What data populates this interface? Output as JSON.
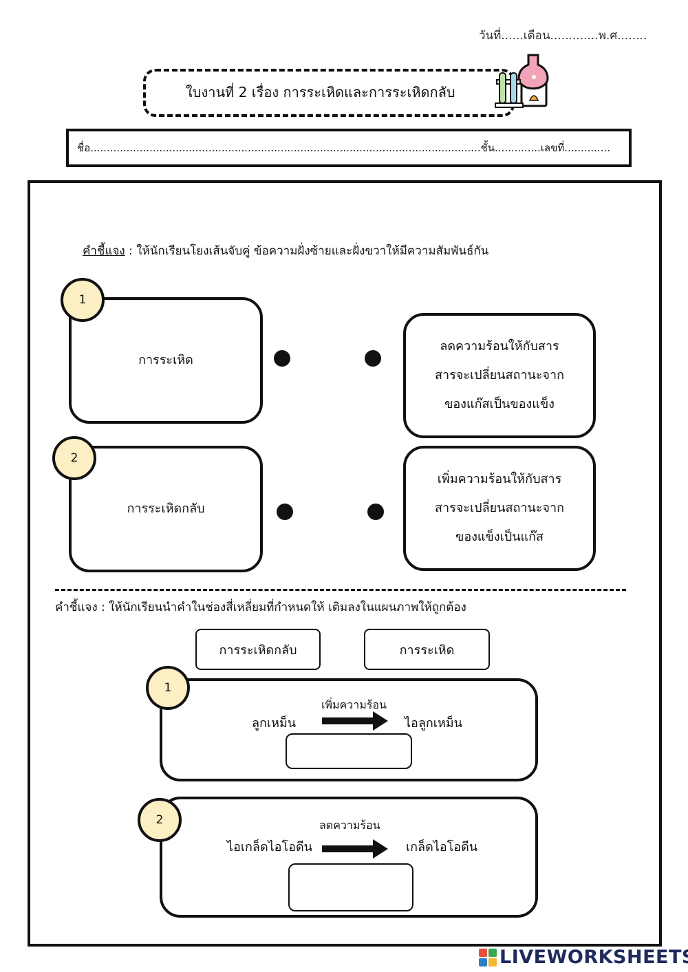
{
  "header": {
    "date_line": "วันที่......เดือน.............พ.ศ........",
    "title": "ใบงานที่ 2  เรื่อง การระเหิดและการระเหิดกลับ",
    "name_line": "ชื่อ.......................................................................................................................ชั้น..............เลขที่.............."
  },
  "icons": {
    "lab": "lab-flask-icon",
    "logo": "liveworksheets-logo-icon"
  },
  "section1": {
    "instruction_label": "คำชี้แจง",
    "instruction_text": " : ให้นักเรียนโยงเส้นจับคู่ ข้อความฝั่งซ้ายและฝั่งขวาให้มีความสัมพันธ์กัน",
    "items": [
      {
        "number": "1",
        "term": "การระเหิด",
        "definition_lines": [
          "ลดความร้อนให้กับสาร",
          "สารจะเปลี่ยนสถานะจาก",
          "ของแก๊สเป็นของแข็ง"
        ]
      },
      {
        "number": "2",
        "term": "การระเหิดกลับ",
        "definition_lines": [
          "เพิ่มความร้อนให้กับสาร",
          "สารจะเปลี่ยนสถานะจาก",
          "ของแข็งเป็นแก๊ส"
        ]
      }
    ]
  },
  "section2": {
    "instruction": "คำชี้แจง : ให้นักเรียนนำคำในช่องสี่เหลี่ยมที่กำหนดให้ เติมลงในแผนภาพให้ถูกต้อง",
    "word_bank": [
      "การระเหิดกลับ",
      "การระเหิด"
    ],
    "diagrams": [
      {
        "number": "1",
        "from": "ลูกเหม็น",
        "process": "เพิ่มความร้อน",
        "to": "ไอลูกเหม็น",
        "answer": ""
      },
      {
        "number": "2",
        "from": "ไอเกล็ดไอโอดีน",
        "process": "ลดความร้อน",
        "to": "เกล็ดไอโอดีน",
        "answer": ""
      }
    ]
  },
  "footer": {
    "logo_text": "LIVEWORKSHEETS"
  },
  "colors": {
    "badge_fill": "#fcefc3",
    "logo_text": "#1f2b5e"
  }
}
